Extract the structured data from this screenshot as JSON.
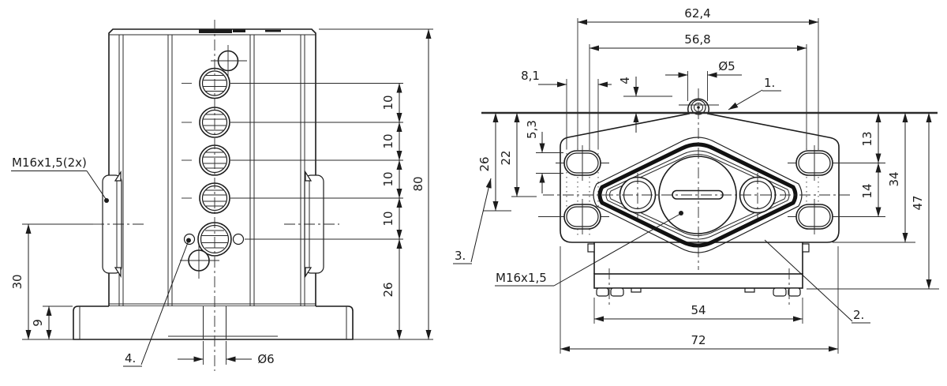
{
  "drawing_type": "technical-drawing-two-views",
  "left_view": {
    "callouts": {
      "thread_side_ports": "M16x1,5(2x)",
      "item4": "4."
    },
    "dimensions": {
      "height_total": "80",
      "pitch1": "10",
      "pitch2": "10",
      "pitch3": "10",
      "pitch4": "10",
      "bottom_offset": "26",
      "side_port_height": "30",
      "base_height": "9",
      "base_hole_dia": "Ø6"
    }
  },
  "right_view": {
    "callouts": {
      "item1": "1.",
      "item2": "2.",
      "item3": "3.",
      "thread_center": "M16x1,5"
    },
    "dimensions": {
      "width_outer": "62,4",
      "width_inner": "56,8",
      "slot_width": "8,1",
      "pin_height": "4",
      "pin_dia": "Ø5",
      "slot_height": "5,3",
      "axis_offset": "22",
      "lower_hole_offset": "26",
      "hole1_offset": "13",
      "hole_pitch": "14",
      "plate_height": "34",
      "total_height": "47",
      "rail_width": "54",
      "plate_width": "72"
    }
  }
}
